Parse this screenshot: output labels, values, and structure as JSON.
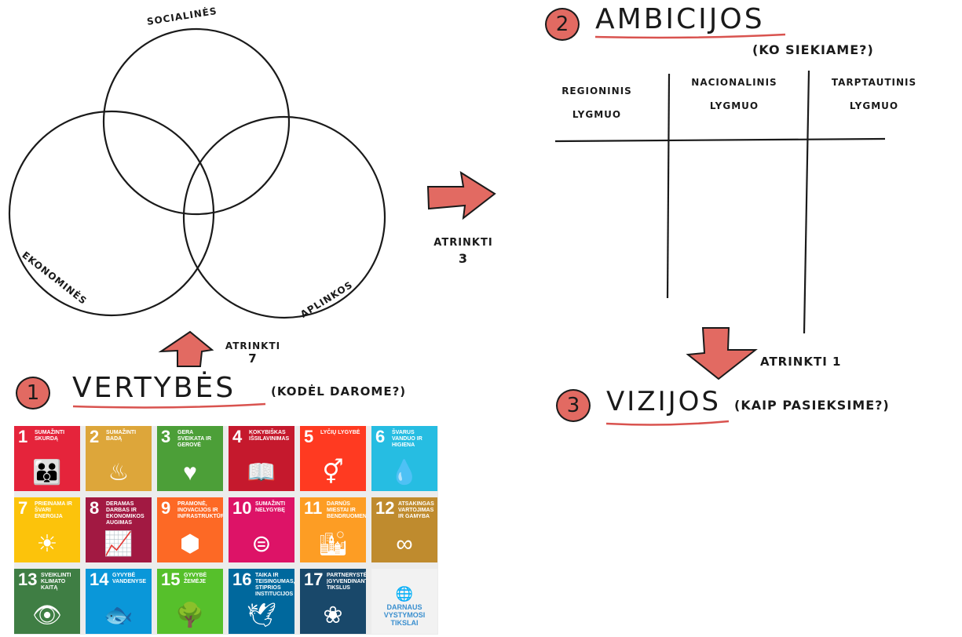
{
  "venn": {
    "social": "SOCIALINĖS",
    "economic": "EKONOMINĖS",
    "environmental": "APLINKOS"
  },
  "arrow_up": {
    "label_line1": "ATRINKTI",
    "label_line2": "7"
  },
  "arrow_right": {
    "label_line1": "ATRINKTI",
    "label_line2": "3"
  },
  "arrow_down": {
    "label": "ATRINKTI 1"
  },
  "values": {
    "number": "1",
    "title": "VERTYBĖS",
    "subtitle": "(KODĖL DAROME?)"
  },
  "ambitions": {
    "number": "2",
    "title": "AMBICIJOS",
    "subtitle": "(KO SIEKIAME?)",
    "columns": [
      {
        "line1": "REGIONINIS",
        "line2": "LYGMUO"
      },
      {
        "line1": "NACIONALINIS",
        "line2": "LYGMUO"
      },
      {
        "line1": "TARPTAUTINIS",
        "line2": "LYGMUO"
      }
    ]
  },
  "visions": {
    "number": "3",
    "title": "VIZIJOS",
    "subtitle": "(KAIP PASIEKSIME?)"
  },
  "sdg": {
    "tiles": [
      {
        "num": "1",
        "label": "SUMAŽINTI SKURDĄ",
        "color": "#e5243b",
        "icon": "people-icon",
        "glyph": "👪"
      },
      {
        "num": "2",
        "label": "SUMAŽINTI BADĄ",
        "color": "#dda63a",
        "icon": "bowl-icon",
        "glyph": "♨"
      },
      {
        "num": "3",
        "label": "GERA SVEIKATA IR GEROVĖ",
        "color": "#4c9f38",
        "icon": "heartbeat-icon",
        "glyph": "♥"
      },
      {
        "num": "4",
        "label": "KOKYBIŠKAS IŠSILAVINIMAS",
        "color": "#c5192d",
        "icon": "book-icon",
        "glyph": "📖"
      },
      {
        "num": "5",
        "label": "LYČIŲ LYGYBĖ",
        "color": "#ff3a21",
        "icon": "gender-icon",
        "glyph": "⚥"
      },
      {
        "num": "6",
        "label": "ŠVARUS VANDUO IR HIGIENA",
        "color": "#26bde2",
        "icon": "water-icon",
        "glyph": "💧"
      },
      {
        "num": "7",
        "label": "PRIEINAMA IR ŠVARI ENERGIJA",
        "color": "#fcc30b",
        "icon": "sun-icon",
        "glyph": "☀"
      },
      {
        "num": "8",
        "label": "DERAMAS DARBAS IR EKONOMIKOS AUGIMAS",
        "color": "#a21942",
        "icon": "growth-chart-icon",
        "glyph": "📈"
      },
      {
        "num": "9",
        "label": "PRAMONĖ, INOVACIJOS IR INFRASTRUKTŪRA",
        "color": "#fd6925",
        "icon": "cubes-icon",
        "glyph": "⬢"
      },
      {
        "num": "10",
        "label": "SUMAŽINTI NELYGYBĘ",
        "color": "#dd1367",
        "icon": "equal-icon",
        "glyph": "⊜"
      },
      {
        "num": "11",
        "label": "DARNŪS MIESTAI IR BENDRUOMENĖS",
        "color": "#fd9d24",
        "icon": "city-icon",
        "glyph": "🏙"
      },
      {
        "num": "12",
        "label": "ATSAKINGAS VARTOJIMAS IR GAMYBA",
        "color": "#bf8b2e",
        "icon": "infinity-icon",
        "glyph": "∞"
      },
      {
        "num": "13",
        "label": "SVEIKLINTI KLIMATO KAITĄ",
        "color": "#3f7e44",
        "icon": "eye-globe-icon",
        "glyph": "👁"
      },
      {
        "num": "14",
        "label": "GYVYBĖ VANDENYSE",
        "color": "#0a97d9",
        "icon": "fish-icon",
        "glyph": "🐟"
      },
      {
        "num": "15",
        "label": "GYVYBĖ ŽEMĖJE",
        "color": "#56c02b",
        "icon": "tree-icon",
        "glyph": "🌳"
      },
      {
        "num": "16",
        "label": "TAIKA IR TEISINGUMAS, STIPRIOS INSTITUCIJOS",
        "color": "#00689d",
        "icon": "dove-icon",
        "glyph": "🕊"
      },
      {
        "num": "17",
        "label": "PARTNERYSTĖ ĮGYVENDINANT TIKSLUS",
        "color": "#19486a",
        "icon": "rings-icon",
        "glyph": "❀"
      }
    ],
    "logo": {
      "line1": "DARNAUS",
      "line2": "VYSTYMOSI",
      "line3": "TIKSLAI",
      "icon": "un-emblem-icon",
      "glyph": "🌐"
    }
  }
}
